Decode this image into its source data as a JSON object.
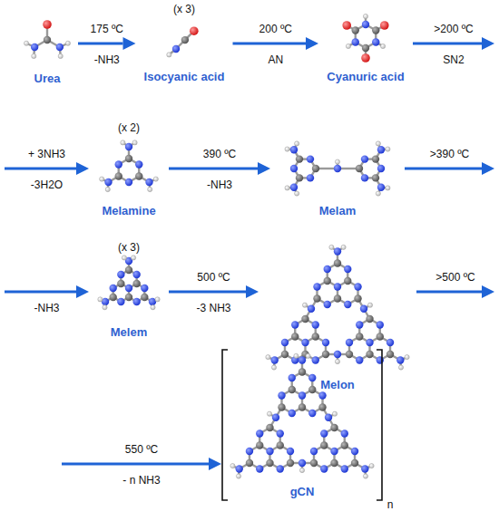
{
  "diagram": {
    "nodes": [
      {
        "text": [
          "Urea"
        ]
      },
      {
        "text": [
          "Isocyanic acid"
        ]
      },
      {
        "text": [
          "Cyanuric acid"
        ]
      },
      {
        "text": [
          "Melamine"
        ]
      },
      {
        "text": [
          "Melam"
        ]
      },
      {
        "text": [
          "Melem"
        ]
      },
      {
        "text": [
          "Melon"
        ]
      },
      {
        "text": [
          "gCN"
        ]
      }
    ],
    "edges": [
      {
        "from": 0,
        "to": 1,
        "label": "175 ºC",
        "arrow": "to"
      },
      {
        "from": 1,
        "to": 2,
        "label": "200 ºC",
        "arrow": "to"
      },
      {
        "from": 2,
        "to": 3,
        "label": ">200 ºC",
        "arrow": "to"
      },
      {
        "from": 3,
        "to": 4,
        "label": "390 ºC",
        "arrow": "to"
      },
      {
        "from": 4,
        "to": 5,
        "label": ">390 ºC",
        "arrow": "to"
      },
      {
        "from": 5,
        "to": 6,
        "label": "500 ºC",
        "arrow": "to"
      },
      {
        "from": 6,
        "to": 7,
        "label": ">500 ºC",
        "arrow": "to"
      }
    ],
    "labels": [
      "(x 3)",
      "-NH3",
      "AN",
      "SN2",
      "(x 2)",
      "+ 3NH3",
      "-3H2O",
      "-NH3",
      "(x 3)",
      "-NH3",
      "-3 NH3",
      "550 ºC",
      "- n NH3",
      "n"
    ]
  }
}
